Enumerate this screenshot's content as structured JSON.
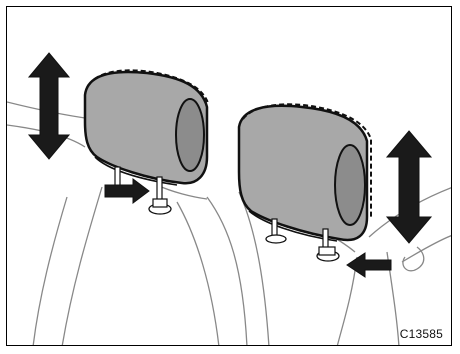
{
  "figure": {
    "id": "C13585"
  },
  "headrests": [
    {
      "name": "left-headrest",
      "adjustment": "height-adjustable"
    },
    {
      "name": "right-headrest",
      "adjustment": "height-adjustable"
    }
  ],
  "indicators": [
    {
      "name": "vertical-adjust-arrow-left",
      "icon": "double-arrow-up-down"
    },
    {
      "name": "vertical-adjust-arrow-right",
      "icon": "double-arrow-up-down"
    },
    {
      "name": "lock-release-arrow-left",
      "icon": "arrow-right"
    },
    {
      "name": "lock-release-arrow-right",
      "icon": "arrow-left"
    }
  ],
  "colors": {
    "outline": "#111111",
    "headrest_fill": "#a8a8a8",
    "headrest_shade": "#8c8c8c",
    "seat_line": "#777777",
    "arrow_fill": "#1a1a1a"
  }
}
